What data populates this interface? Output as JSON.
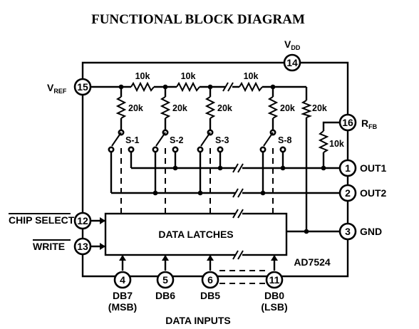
{
  "title": "FUNCTIONAL BLOCK DIAGRAM",
  "pins": {
    "vdd": "14",
    "vref": "15",
    "rfb": "16",
    "out1": "1",
    "out2": "2",
    "gnd": "3",
    "chip_select": "12",
    "write": "13",
    "db7": "4",
    "db6": "5",
    "db5": "6",
    "db0": "11"
  },
  "labels": {
    "vdd_main": "V",
    "vdd_sub": "DD",
    "vref_main": "V",
    "vref_sub": "REF",
    "rfb_main": "R",
    "rfb_sub": "FB",
    "out1": "OUT1",
    "out2": "OUT2",
    "gnd": "GND",
    "chip_select": "CHIP SELECT",
    "write": "WRITE",
    "data_latches": "DATA LATCHES",
    "part": "AD7524",
    "db7": "DB7",
    "msb": "(MSB)",
    "db6": "DB6",
    "db5": "DB5",
    "db0": "DB0",
    "lsb": "(LSB)",
    "data_inputs": "DATA INPUTS"
  },
  "resistors": {
    "r_series_1": "10k",
    "r_series_2": "10k",
    "r_series_3": "10k",
    "r_leg_1": "20k",
    "r_leg_2": "20k",
    "r_leg_3": "20k",
    "r_leg_8": "20k",
    "r_term": "20k",
    "r_fb": "10k"
  },
  "switches": [
    "S-1",
    "S-2",
    "S-3",
    "S-8"
  ]
}
